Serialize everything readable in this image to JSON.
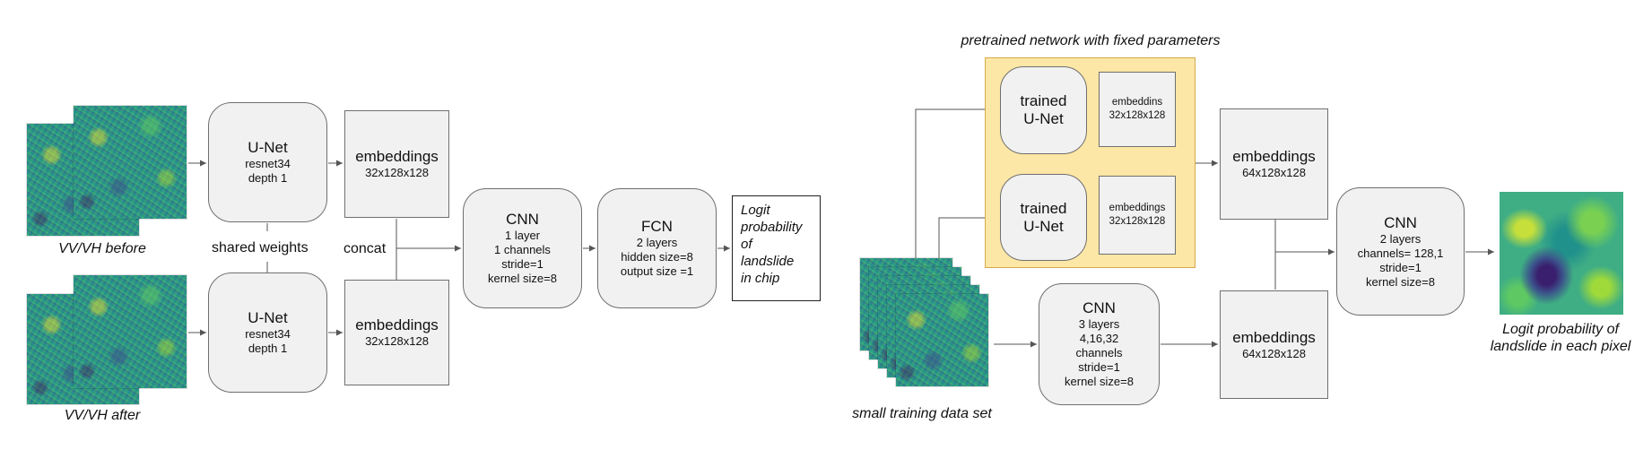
{
  "left": {
    "input_before_label": "VV/VH before",
    "input_after_label": "VV/VH after",
    "shared_weights_label": "shared weights",
    "concat_label": "concat",
    "unet_top": {
      "title": "U-Net",
      "line1": "resnet34",
      "line2": "depth 1"
    },
    "unet_bottom": {
      "title": "U-Net",
      "line1": "resnet34",
      "line2": "depth 1"
    },
    "emb_top": {
      "title": "embeddings",
      "dims": "32x128x128"
    },
    "emb_bottom": {
      "title": "embeddings",
      "dims": "32x128x128"
    },
    "cnn": {
      "title": "CNN",
      "lines": [
        "1 layer",
        "1 channels",
        "stride=1",
        "kernel size=8"
      ]
    },
    "fcn": {
      "title": "FCN",
      "lines": [
        "2 layers",
        "hidden size=8",
        "output size =1"
      ]
    },
    "output": {
      "lines": [
        "Logit",
        "probability",
        "of",
        "landslide",
        "in chip"
      ]
    }
  },
  "right": {
    "pretrained_label": "pretrained network with fixed parameters",
    "trained_unet_top": {
      "line1": "trained",
      "line2": "U-Net"
    },
    "trained_unet_bottom": {
      "line1": "trained",
      "line2": "U-Net"
    },
    "emb_small_top": {
      "title": "embeddins",
      "dims": "32x128x128"
    },
    "emb_small_bottom": {
      "title": "embeddings",
      "dims": "32x128x128"
    },
    "emb_top": {
      "title": "embeddings",
      "dims": "64x128x128"
    },
    "emb_bottom": {
      "title": "embeddings",
      "dims": "64x128x128"
    },
    "cnn_small": {
      "title": "CNN",
      "lines": [
        "3 layers",
        "4,16,32",
        "channels",
        "stride=1",
        "kernel size=8"
      ]
    },
    "cnn_final": {
      "title": "CNN",
      "lines": [
        "2 layers",
        "channels= 128,1",
        "stride=1",
        "kernel size=8"
      ]
    },
    "dataset_label": "small training data set",
    "output_label": [
      "Logit probability of",
      "landslide in each pixel"
    ]
  },
  "colors": {
    "box_fill": "#f1f1f1",
    "box_border": "#6f6f6f",
    "pretrained_fill": "#fde7a6",
    "pretrained_border": "#d6a94a",
    "wire": "#555555"
  }
}
